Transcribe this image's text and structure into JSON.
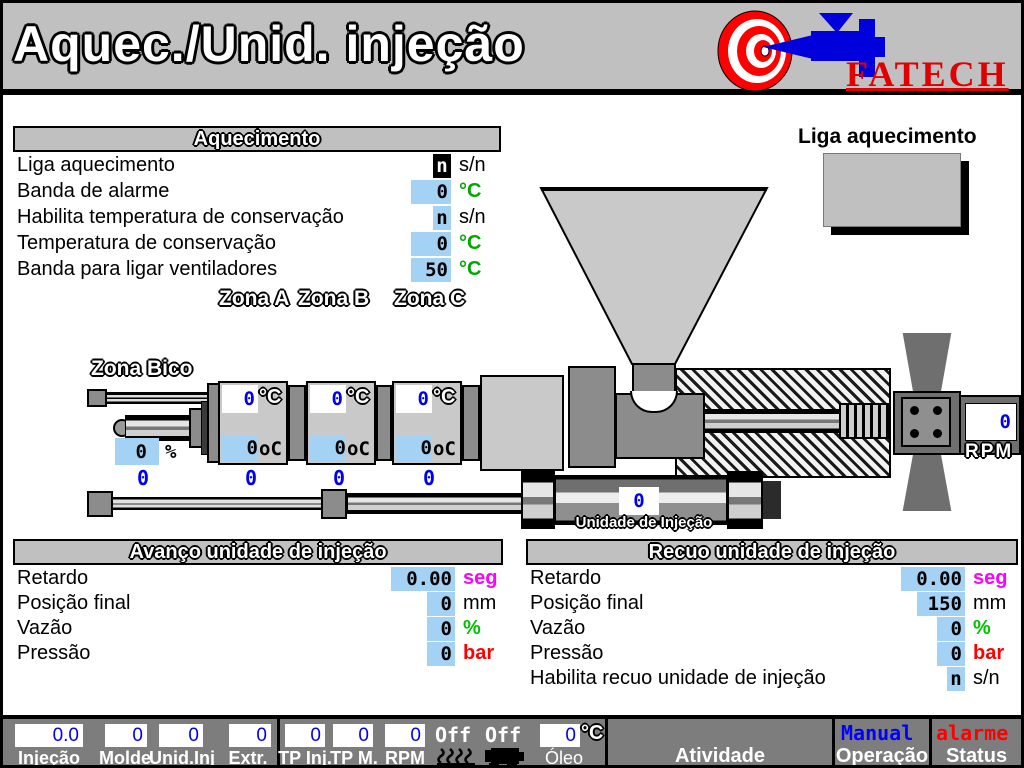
{
  "title": "Aquec./Unid. injeção",
  "logo": {
    "brand": "FATECH",
    "brand_color": "#e00000"
  },
  "aquecimento": {
    "header": "Aquecimento",
    "rows": [
      {
        "label": "Liga aquecimento",
        "value": "n",
        "unit": "s/n",
        "unit_color": "#000000",
        "active": true
      },
      {
        "label": "Banda de alarme",
        "value": "0",
        "unit": "°C",
        "unit_color": "#00a800"
      },
      {
        "label": "Habilita temperatura de conservação",
        "value": "n",
        "unit": "s/n",
        "unit_color": "#000000"
      },
      {
        "label": "Temperatura de conservação",
        "value": "0",
        "unit": "°C",
        "unit_color": "#00a800"
      },
      {
        "label": "Banda para ligar ventiladores",
        "value": "50",
        "unit": "°C",
        "unit_color": "#00a800"
      }
    ],
    "zone_labels": [
      "Zona A",
      "Zona B",
      "Zona C"
    ]
  },
  "liga_button": {
    "label": "Liga aquecimento"
  },
  "machine": {
    "zona_bico": {
      "label": "Zona Bico",
      "percent_value": "0",
      "percent_unit": "%",
      "bottom_value": "0"
    },
    "zones": [
      {
        "setpoint": "0",
        "setpoint_unit": "°C",
        "actual": "0",
        "actual_unit": "oC",
        "bottom_value": "0"
      },
      {
        "setpoint": "0",
        "setpoint_unit": "°C",
        "actual": "0",
        "actual_unit": "oC",
        "bottom_value": "0"
      },
      {
        "setpoint": "0",
        "setpoint_unit": "°C",
        "actual": "0",
        "actual_unit": "oC",
        "bottom_value": "0"
      }
    ],
    "rpm": {
      "value": "0",
      "label": "RPM"
    },
    "unidade_injecao": {
      "value": "0",
      "label": "Unidade de Injeção"
    }
  },
  "avanco": {
    "header": "Avanço unidade de injeção",
    "rows": [
      {
        "label": "Retardo",
        "value": "0.00",
        "unit": "seg",
        "unit_color": "#ff00ff"
      },
      {
        "label": "Posição final",
        "value": "0",
        "unit": "mm",
        "unit_color": "#000000"
      },
      {
        "label": "Vazão",
        "value": "0",
        "unit": "%",
        "unit_color": "#00c000"
      },
      {
        "label": "Pressão",
        "value": "0",
        "unit": "bar",
        "unit_color": "#ff0000"
      }
    ]
  },
  "recuo": {
    "header": "Recuo unidade de injeção",
    "rows": [
      {
        "label": "Retardo",
        "value": "0.00",
        "unit": "seg",
        "unit_color": "#ff00ff"
      },
      {
        "label": "Posição final",
        "value": "150",
        "unit": "mm",
        "unit_color": "#000000"
      },
      {
        "label": "Vazão",
        "value": "0",
        "unit": "%",
        "unit_color": "#00c000"
      },
      {
        "label": "Pressão",
        "value": "0",
        "unit": "bar",
        "unit_color": "#ff0000"
      },
      {
        "label": "Habilita recuo unidade de injeção",
        "value": "n",
        "unit": "s/n",
        "unit_color": "#000000"
      }
    ]
  },
  "statusbar": {
    "meters": [
      {
        "value": "0.0",
        "label": "Injeção"
      },
      {
        "value": "0",
        "label": "Molde"
      },
      {
        "value": "0",
        "label": "Unid.Inj"
      },
      {
        "value": "0",
        "label": "Extr."
      },
      {
        "value": "0",
        "label": "TP Inj."
      },
      {
        "value": "0",
        "label": "TP M."
      },
      {
        "value": "0",
        "label": "RPM"
      }
    ],
    "heater_state": "Off",
    "motor_state": "Off",
    "oleo": {
      "value": "0",
      "unit": "°C",
      "label": "Óleo"
    },
    "atividade_label": "Atividade",
    "operacao": {
      "value": "Manual",
      "label": "Operação",
      "value_color": "#0000ff"
    },
    "status": {
      "value": "alarme",
      "label": "Status",
      "value_color": "#ff0000"
    }
  },
  "colors": {
    "field_blue_bg": "#a4d2f4",
    "value_blue": "#0000ee",
    "panel_gray": "#c0c0c0",
    "statusbar_gray": "#7d7d7d"
  }
}
